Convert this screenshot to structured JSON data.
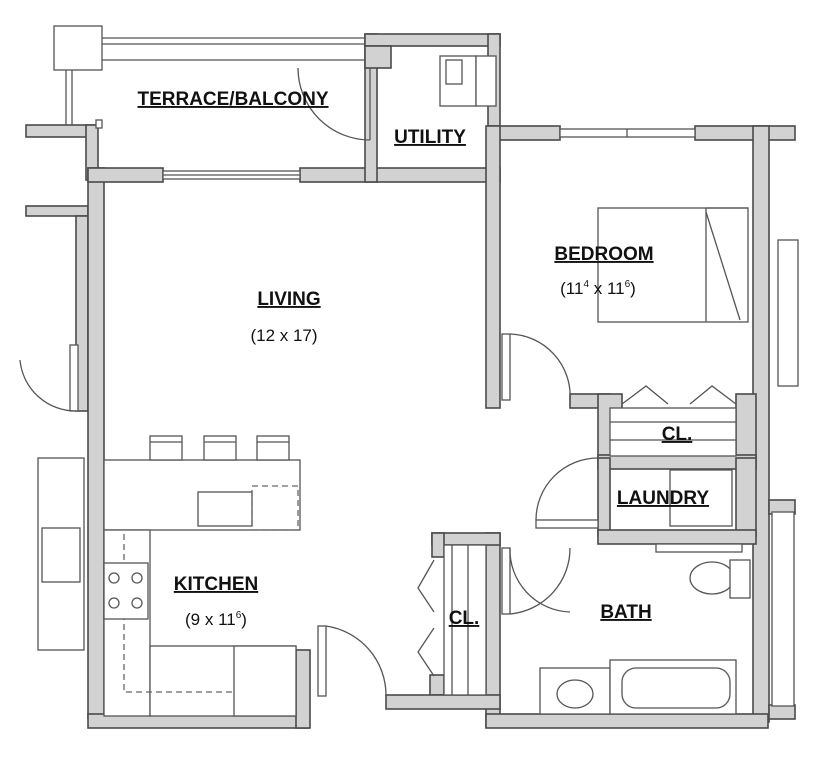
{
  "rooms": {
    "terrace": {
      "label": "TERRACE/BALCONY"
    },
    "utility": {
      "label": "UTILITY"
    },
    "living": {
      "label": "LIVING",
      "dims": "(12 x 17)"
    },
    "bedroom": {
      "label": "BEDROOM",
      "dims_open": "(11",
      "dims_s1": "4",
      "dims_mid": " x 11",
      "dims_s2": "6",
      "dims_close": ")"
    },
    "closet_bedroom": {
      "label": "CL."
    },
    "laundry": {
      "label": "LAUNDRY"
    },
    "kitchen": {
      "label": "KITCHEN",
      "dims_open": "(9 x 11",
      "dims_s": "6",
      "dims_close": ")"
    },
    "closet_hall": {
      "label": "CL."
    },
    "bath": {
      "label": "BATH"
    }
  }
}
